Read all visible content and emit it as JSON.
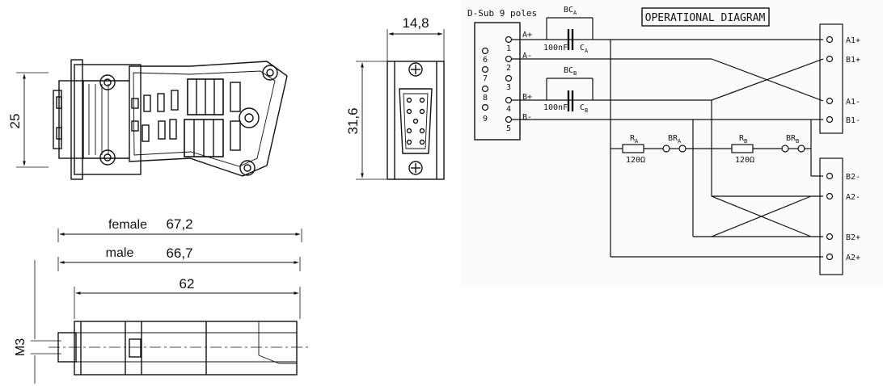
{
  "dimensions": {
    "height_25": "25",
    "width_14_8": "14,8",
    "height_31_6": "31,6",
    "female_label": "female",
    "female_value": "67,2",
    "male_label": "male",
    "male_value": "66,7",
    "length_62": "62",
    "thread_m3": "M3"
  },
  "schematic": {
    "title": "OPERATIONAL DIAGRAM",
    "dsub_label": "D-Sub 9 poles",
    "pins_left": [
      "6",
      "7",
      "8",
      "9"
    ],
    "pins_right": [
      "1",
      "2",
      "3",
      "4",
      "5"
    ],
    "signals": [
      "A+",
      "A-",
      "B+",
      "B-"
    ],
    "cap_a": {
      "bc": "BC",
      "bc_sub": "A",
      "value": "100nF",
      "c": "C",
      "c_sub": "A"
    },
    "cap_b": {
      "bc": "BC",
      "bc_sub": "B",
      "value": "100nF",
      "c": "C",
      "c_sub": "B"
    },
    "res_a": {
      "r": "R",
      "r_sub": "A",
      "value": "120Ω",
      "br": "BR",
      "br_sub": "A"
    },
    "res_b": {
      "r": "R",
      "r_sub": "B",
      "value": "120Ω",
      "br": "BR",
      "br_sub": "B"
    },
    "terminals_top": [
      "A1+",
      "B1+",
      "A1-",
      "B1-"
    ],
    "terminals_bottom": [
      "B2-",
      "A2-",
      "B2+",
      "A2+"
    ]
  }
}
